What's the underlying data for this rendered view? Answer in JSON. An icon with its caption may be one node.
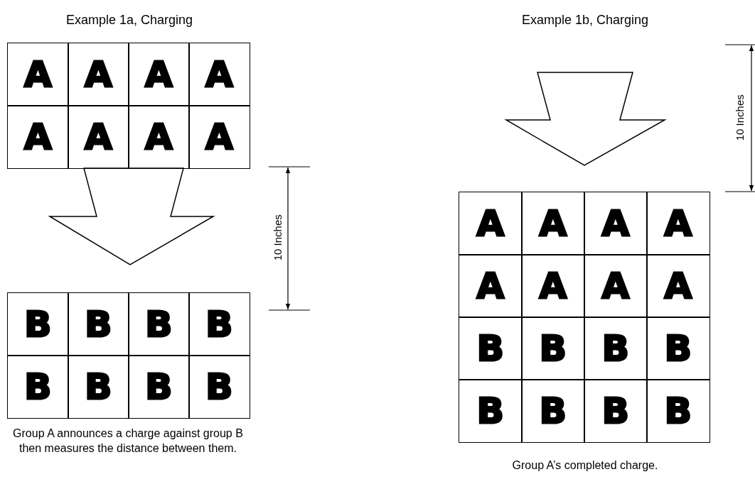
{
  "diagram": {
    "nodes": [
      {
        "text": [
          "A"
        ]
      },
      {
        "text": [
          "A"
        ]
      },
      {
        "text": [
          "A"
        ]
      },
      {
        "text": [
          "A"
        ]
      },
      {
        "text": [
          "A"
        ]
      },
      {
        "text": [
          "A"
        ]
      },
      {
        "text": [
          "A"
        ]
      },
      {
        "text": [
          "A"
        ]
      },
      {
        "text": [
          "B"
        ]
      },
      {
        "text": [
          "B"
        ]
      },
      {
        "text": [
          "B"
        ]
      },
      {
        "text": [
          "B"
        ]
      },
      {
        "text": [
          "B"
        ]
      },
      {
        "text": [
          "B"
        ]
      },
      {
        "text": [
          "B"
        ]
      },
      {
        "text": [
          "B"
        ]
      },
      {
        "text": [
          "A"
        ]
      },
      {
        "text": [
          "A"
        ]
      },
      {
        "text": [
          "A"
        ]
      },
      {
        "text": [
          "A"
        ]
      },
      {
        "text": [
          "A"
        ]
      },
      {
        "text": [
          "A"
        ]
      },
      {
        "text": [
          "A"
        ]
      },
      {
        "text": [
          "A"
        ]
      },
      {
        "text": [
          "B"
        ]
      },
      {
        "text": [
          "B"
        ]
      },
      {
        "text": [
          "B"
        ]
      },
      {
        "text": [
          "B"
        ]
      },
      {
        "text": [
          "B"
        ]
      },
      {
        "text": [
          "B"
        ]
      },
      {
        "text": [
          "B"
        ]
      },
      {
        "text": [
          "B"
        ]
      }
    ],
    "edges": [],
    "labels": [
      "Example 1a, Charging",
      "Example 1b, Charging",
      "10 Inches",
      "10 Inches",
      "Group A announces a charge against group B then measures the distance between them.",
      "Group A’s completed charge."
    ]
  }
}
